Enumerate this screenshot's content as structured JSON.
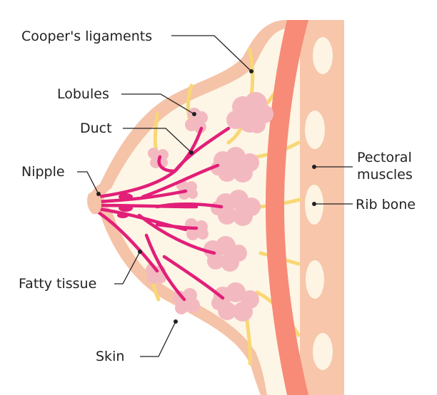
{
  "labels": {
    "coopers_ligaments": "Cooper's ligaments",
    "lobules": "Lobules",
    "duct": "Duct",
    "nipple": "Nipple",
    "fatty_tissue": "Fatty tissue",
    "skin": "Skin",
    "pectoral_line1": "Pectoral",
    "pectoral_line2": "muscles",
    "rib_bone": "Rib bone"
  },
  "colors": {
    "skin": "#f5c3a8",
    "fat": "#fdf6e6",
    "ligament": "#f9d774",
    "duct": "#e21f79",
    "lobule": "#f3b9c1",
    "muscle": "#f78b78",
    "chest_wall": "#f7c6ab",
    "rib": "#fdf4e3",
    "leader": "#222222"
  }
}
